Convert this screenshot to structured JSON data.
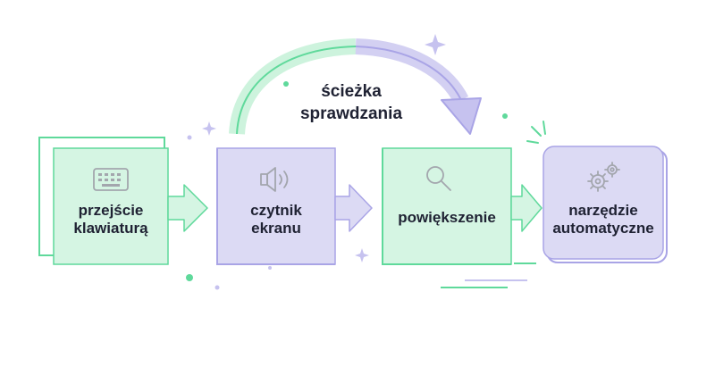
{
  "diagram": {
    "title_line1": "ścieżka",
    "title_line2": "sprawdzania",
    "steps": [
      {
        "line1": "przejście",
        "line2": "klawiaturą",
        "icon": "keyboard-icon",
        "color": "#d5f5e3"
      },
      {
        "line1": "czytnik",
        "line2": "ekranu",
        "icon": "speaker-icon",
        "color": "#dcdaf4"
      },
      {
        "line1": "powiększenie",
        "line2": "",
        "icon": "magnifier-icon",
        "color": "#d5f5e3"
      },
      {
        "line1": "narzędzie",
        "line2": "automatyczne",
        "icon": "gears-icon",
        "color": "#dcdaf4"
      }
    ]
  },
  "colors": {
    "green": "#5fd99b",
    "green_fill": "#d5f5e3",
    "purple": "#a9a4e6",
    "purple_fill": "#dcdaf4",
    "outline": "#a9a4e6",
    "text": "#1f2233"
  }
}
